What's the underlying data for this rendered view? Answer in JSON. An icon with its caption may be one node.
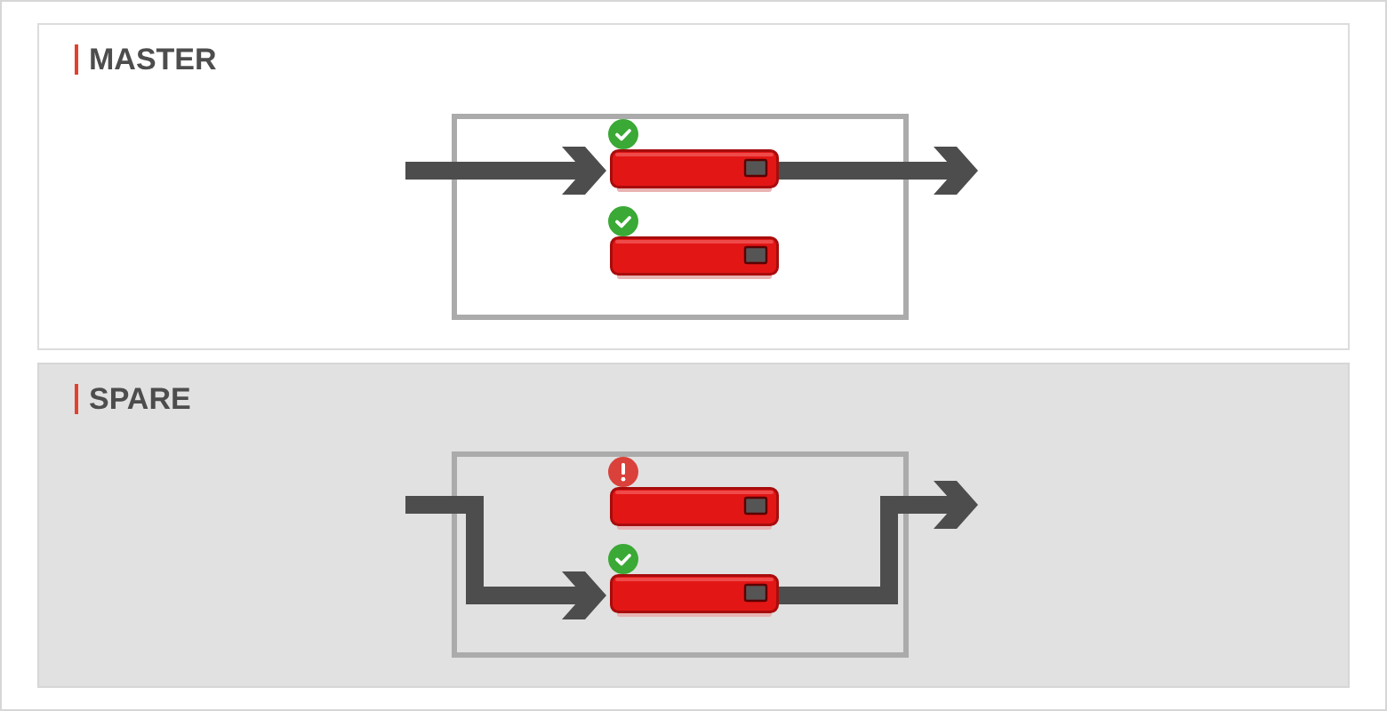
{
  "diagram": {
    "nodes": [
      {
        "text": [
          "MASTER"
        ]
      },
      {
        "text": [],
        "shape": "box",
        "in": 0
      },
      {
        "text": [],
        "shape": "picture",
        "in": 1
      },
      {
        "text": [],
        "shape": "picture",
        "in": 1
      },
      {
        "text": [
          "SPARE"
        ]
      },
      {
        "text": [],
        "shape": "box",
        "in": 4
      },
      {
        "text": [],
        "shape": "picture",
        "in": 5
      },
      {
        "text": [],
        "shape": "picture",
        "in": 5
      }
    ],
    "edges": [
      {
        "from": null,
        "to": 2,
        "arrow": "to"
      },
      {
        "from": 2,
        "to": null,
        "arrow": "to"
      },
      {
        "from": null,
        "to": 7,
        "arrow": "to"
      },
      {
        "from": 7,
        "to": null,
        "arrow": "to"
      }
    ]
  }
}
